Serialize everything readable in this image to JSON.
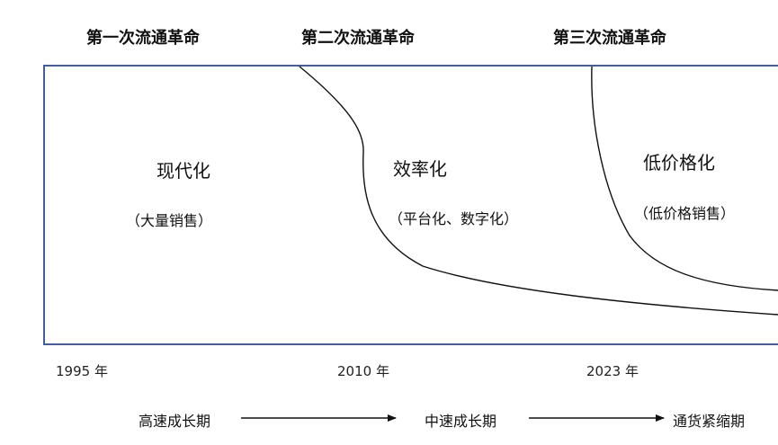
{
  "revolutions": [
    {
      "title": "第一次流通革命"
    },
    {
      "title": "第二次流通革命"
    },
    {
      "title": "第三次流通革命"
    }
  ],
  "eras": [
    {
      "main": "现代化",
      "sub": "（大量销售）"
    },
    {
      "main": "效率化",
      "sub": "（平台化、数字化）"
    },
    {
      "main": "低价格化",
      "sub": "（低价格销售）"
    }
  ],
  "years": [
    "1995 年",
    "2010 年",
    "2023 年"
  ],
  "phases": [
    "高速成长期",
    "中速成长期",
    "通货紧缩期"
  ],
  "colors": {
    "frame": "#3f5fa0",
    "curve": "#111111",
    "arrow": "#111111"
  }
}
